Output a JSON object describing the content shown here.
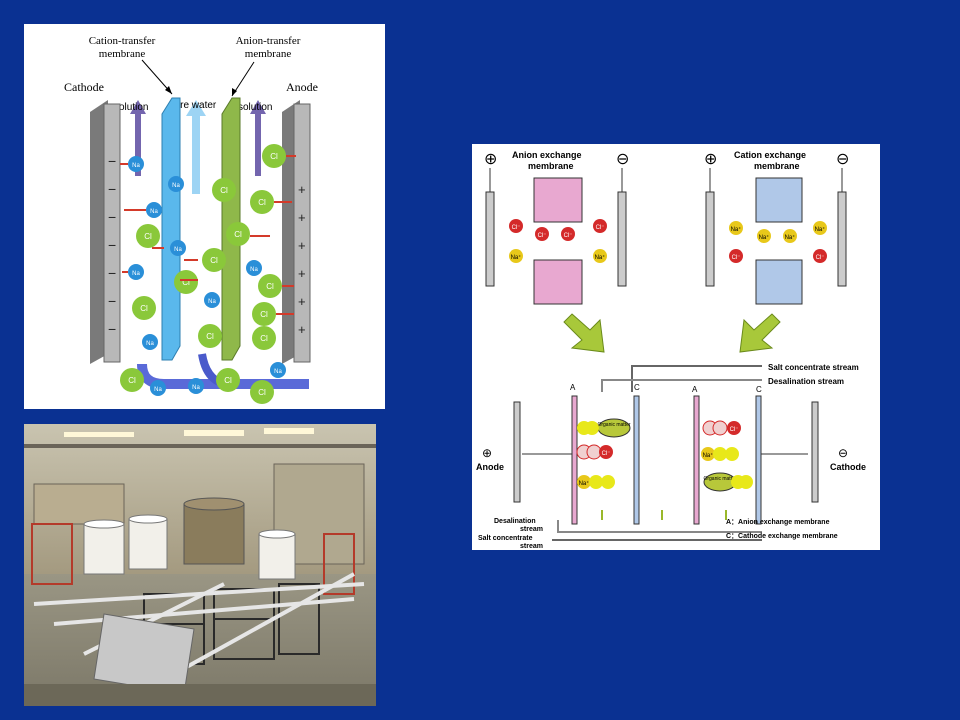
{
  "slide": {
    "background": "#0a3192"
  },
  "electrodialysis_diagram": {
    "cation_membrane_label_l1": "Cation-transfer",
    "cation_membrane_label_l2": "membrane",
    "anion_membrane_label_l1": "Anion-transfer",
    "anion_membrane_label_l2": "membrane",
    "cathode_label": "Cathode",
    "anode_label": "Anode",
    "solution_left": "solution",
    "pure_water": "pure water",
    "solution_right": "solution",
    "na_ion": "Na",
    "cl_ion": "Cl",
    "minus_sign": "−",
    "plus_sign": "+"
  },
  "exchange_membrane_diagram": {
    "anion_title_l1": "Anion exchange",
    "anion_title_l2": "membrane",
    "cation_title_l1": "Cation exchange",
    "cation_title_l2": "membrane",
    "salt_concentrate_stream": "Salt concentrate stream",
    "desalination_stream": "Desalination stream",
    "label_a": "A",
    "label_c": "C",
    "anode": "Anode",
    "cathode": "Cathode",
    "organic_matter": "Organic matter",
    "desalination_stream_bottom_l1": "Desalination",
    "desalination_stream_bottom_l2": "stream",
    "salt_concentrate_bottom_l1": "Salt concentrate",
    "salt_concentrate_bottom_l2": "stream",
    "legend_a": "A：Anion exchange membrane",
    "legend_c": "C：Cathode exchange membrane",
    "plus_symbol": "⊕",
    "minus_symbol": "⊖",
    "cl_ion": "Cl⁻",
    "na_ion": "Na⁺"
  }
}
